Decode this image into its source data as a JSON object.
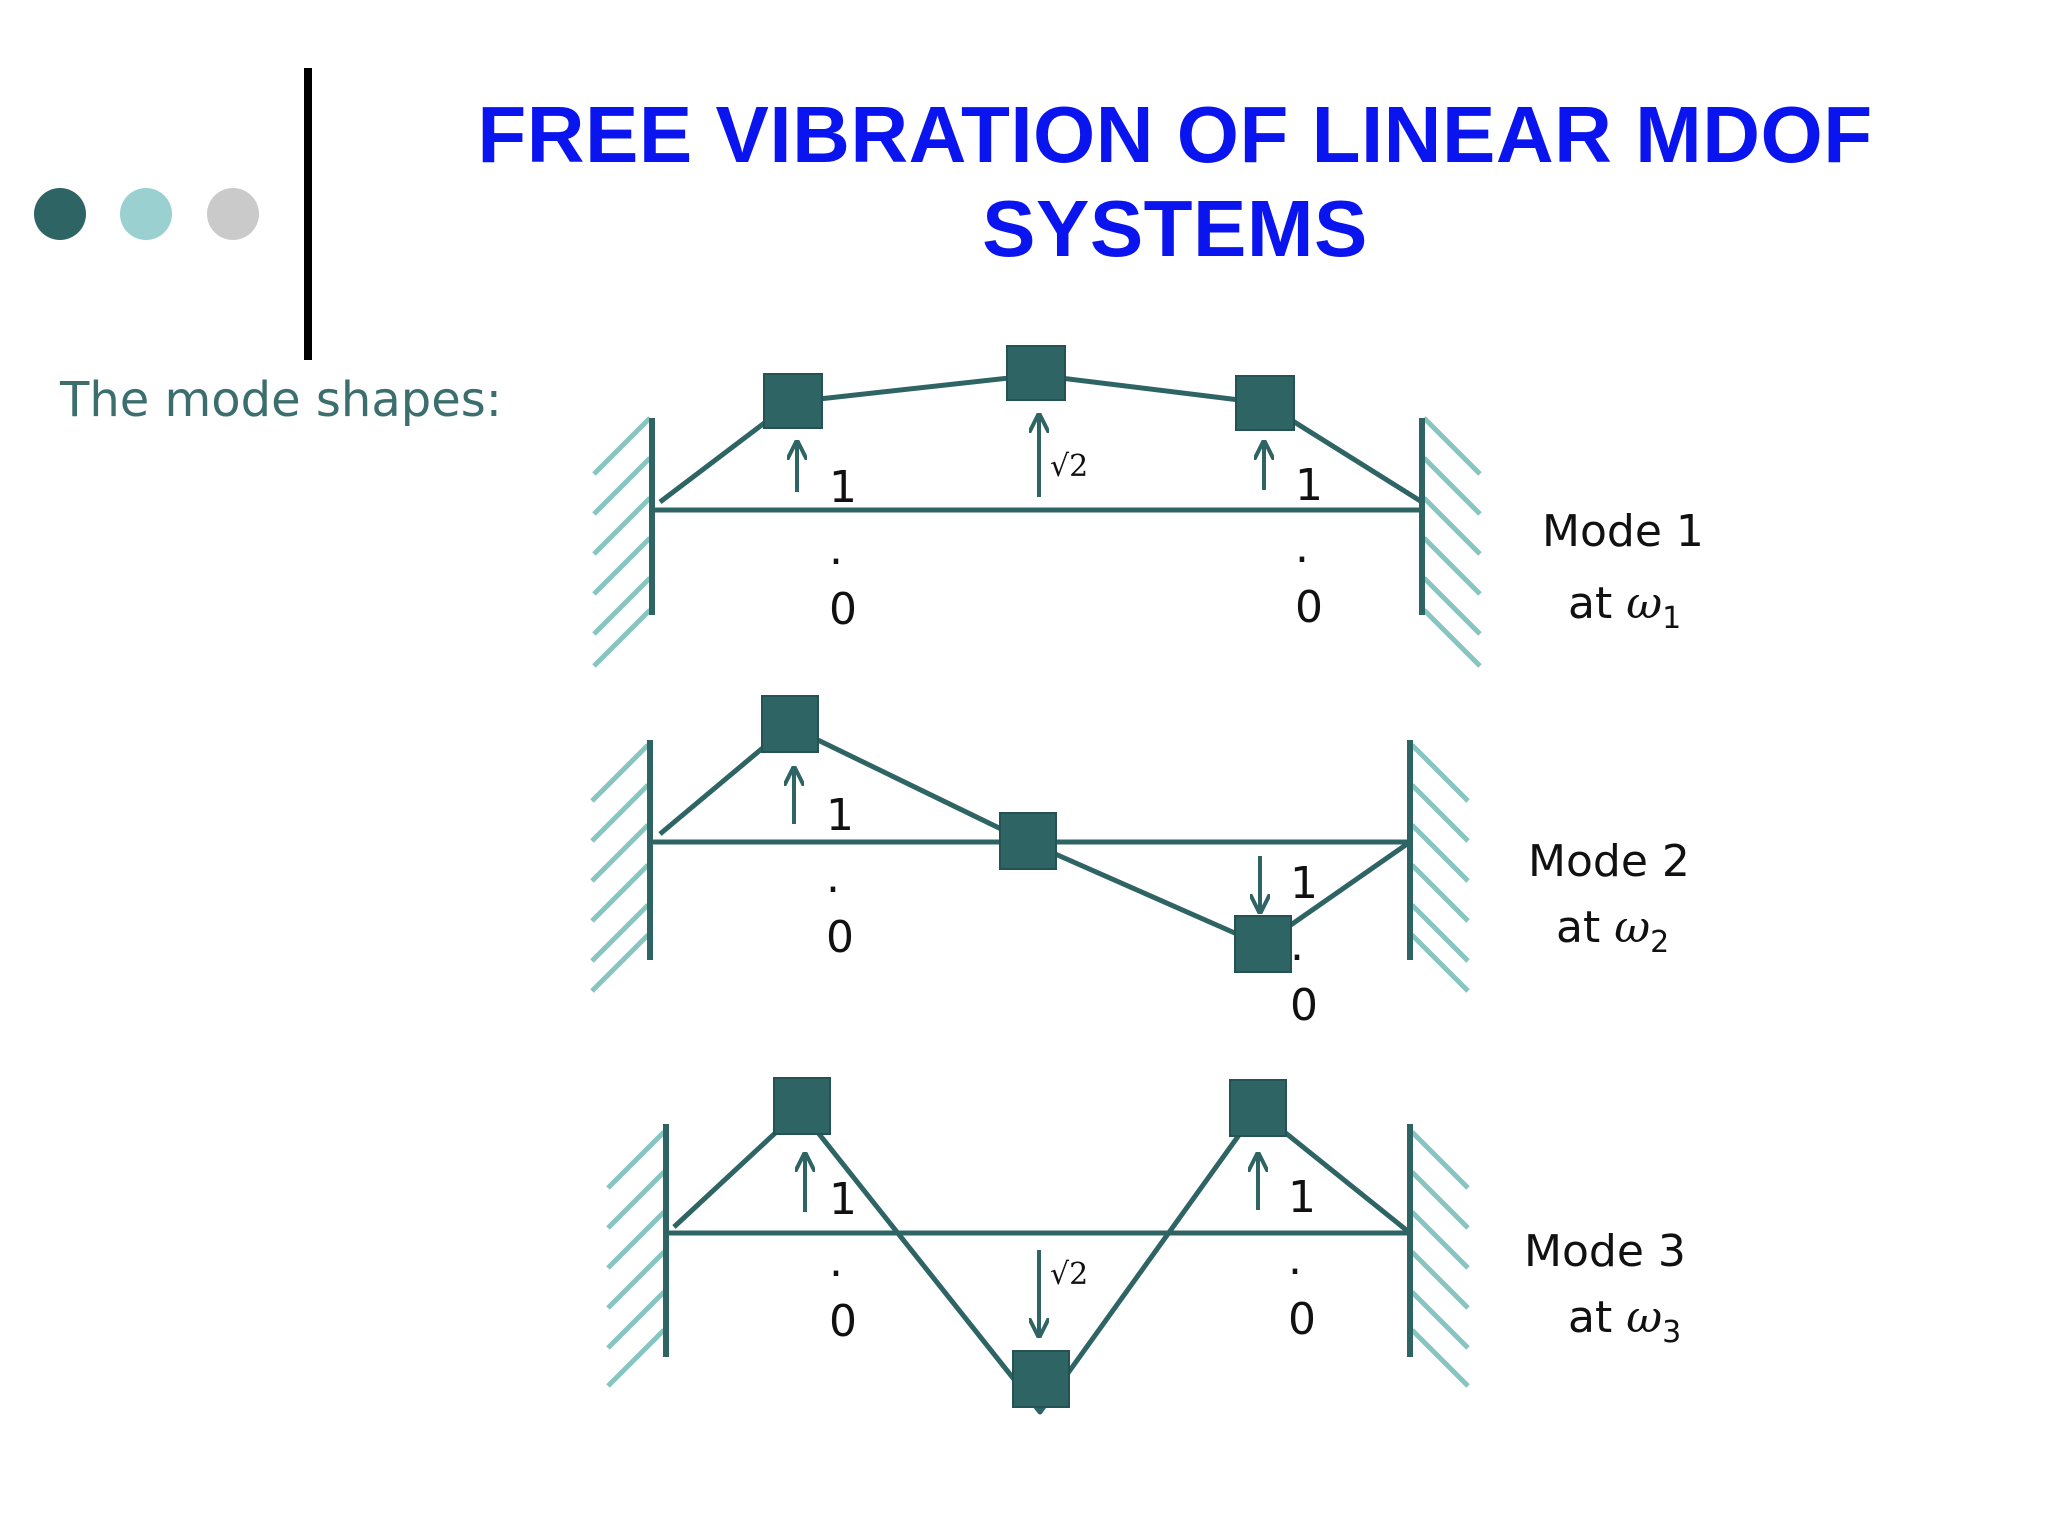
{
  "colors": {
    "title": "#0A14EE",
    "structure": "#2F6464",
    "mass": "#2F6464",
    "wall_hatch": "#86C5C0",
    "subtitle": "#3D6E6E",
    "text": "#111111",
    "dot_1": "#2F6464",
    "dot_2": "#9BD0D0",
    "dot_3": "#CACACA"
  },
  "header": {
    "title_line1": "FREE VIBRATION OF LINEAR MDOF",
    "title_line2": "SYSTEMS"
  },
  "subtitle": "The mode shapes:",
  "modes": [
    {
      "mode_text": "Mode 1",
      "freq_prefix": "at ",
      "freq_symbol": "ω",
      "freq_index": "1",
      "amplitudes": [
        {
          "digit": "1",
          "dot": ".",
          "zero": "0"
        },
        {
          "value": "√2"
        },
        {
          "digit": "1",
          "dot": ".",
          "zero": "0"
        }
      ]
    },
    {
      "mode_text": "Mode 2",
      "freq_prefix": "at ",
      "freq_symbol": "ω",
      "freq_index": "2",
      "amplitudes": [
        {
          "digit": "1",
          "dot": ".",
          "zero": "0"
        },
        {
          "digit": "1",
          "dot": ".",
          "zero": "0"
        }
      ]
    },
    {
      "mode_text": "Mode 3",
      "freq_prefix": "at ",
      "freq_symbol": "ω",
      "freq_index": "3",
      "amplitudes": [
        {
          "digit": "1",
          "dot": ".",
          "zero": "0"
        },
        {
          "value": "√2"
        },
        {
          "digit": "1",
          "dot": ".",
          "zero": "0"
        }
      ]
    }
  ]
}
